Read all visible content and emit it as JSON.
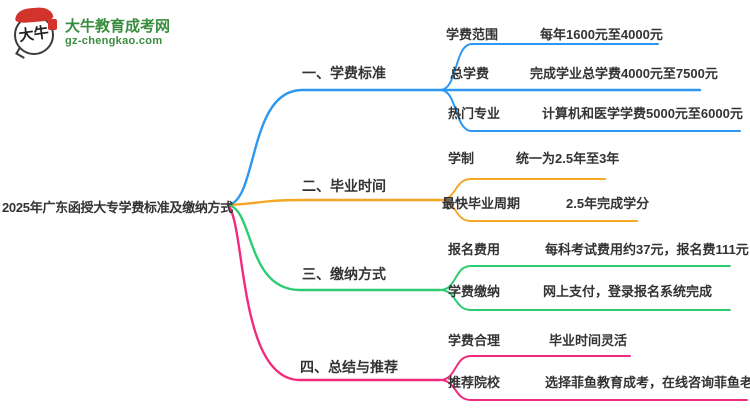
{
  "logo": {
    "mark_text": "大牛",
    "title": "大牛教育成考网",
    "domain": "gz-chengkao.com",
    "green": "#3a8c3f",
    "red": "#d2332c"
  },
  "root": {
    "title": "2025年广东函授大专学费标准及缴纳方式"
  },
  "branches": [
    {
      "label": "一、学费标准",
      "color": "#2e97ef",
      "items": [
        {
          "label": "学费范围",
          "value": "每年1600元至4000元"
        },
        {
          "label": "总学费",
          "value": "完成学业总学费4000元至7500元"
        },
        {
          "label": "热门专业",
          "value": "计算机和医学学费5000元至6000元"
        }
      ]
    },
    {
      "label": "二、毕业时间",
      "color": "#f5a623",
      "items": [
        {
          "label": "学制",
          "value": "统一为2.5年至3年"
        },
        {
          "label": "最快毕业周期",
          "value": "2.5年完成学分"
        }
      ]
    },
    {
      "label": "三、缴纳方式",
      "color": "#2ecc71",
      "items": [
        {
          "label": "报名费用",
          "value": "每科考试费用约37元，报名费111元"
        },
        {
          "label": "学费缴纳",
          "value": "网上支付，登录报名系统完成"
        }
      ]
    },
    {
      "label": "四、总结与推荐",
      "color": "#f22a7e",
      "items": [
        {
          "label": "学费合理",
          "value": "毕业时间灵活"
        },
        {
          "label": "推荐院校",
          "value": "选择菲鱼教育成考，在线咨询菲鱼老师"
        }
      ]
    }
  ]
}
